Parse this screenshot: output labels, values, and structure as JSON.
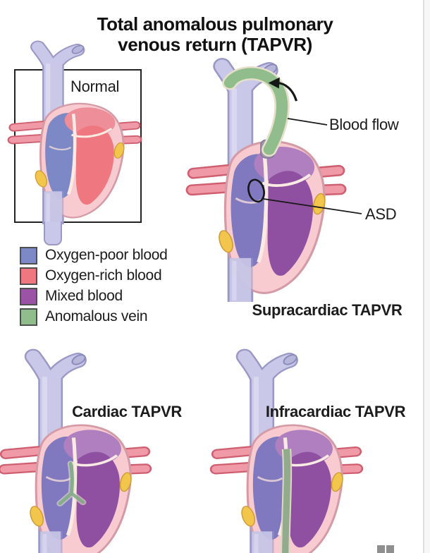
{
  "title": "Total anomalous pulmonary venous return (TAPVR)",
  "panels": {
    "normal": {
      "label": "Normal"
    },
    "supracardiac": {
      "caption": "Supracardiac TAPVR",
      "annotations": {
        "blood_flow": "Blood flow",
        "asd": "ASD"
      }
    },
    "cardiac": {
      "caption": "Cardiac TAPVR"
    },
    "infracardiac": {
      "caption": "Infracardiac TAPVR"
    }
  },
  "legend": {
    "items": [
      {
        "label": "Oxygen-poor blood",
        "color": "#7d88c6"
      },
      {
        "label": "Oxygen-rich blood",
        "color": "#ef7780"
      },
      {
        "label": "Mixed blood",
        "color": "#9a53a5"
      },
      {
        "label": "Anomalous vein",
        "color": "#90bd8b"
      }
    ]
  },
  "colors": {
    "oxygen_poor_blue": "#7d88c6",
    "oxygen_rich_red": "#ef7780",
    "mixed_purple": "#9a53a5",
    "anomalous_green": "#90bd8b",
    "vessel_lavender": "#c9c8e8",
    "vessel_outline": "#9a99c6",
    "artery_pink": "#f09aa7",
    "artery_outline": "#cf5f70",
    "heart_rim_pink": "#f8cbd1",
    "heart_outline": "#d49aa6",
    "mixed_blue_purple": "#8079c0",
    "mixed_light_purple": "#b07fc0",
    "mixed_deep_purple": "#9050a2",
    "atrium_rich_pink": "#ee8e98",
    "fat_yellow": "#f2c64d",
    "label_text": "#1c1c1c"
  }
}
